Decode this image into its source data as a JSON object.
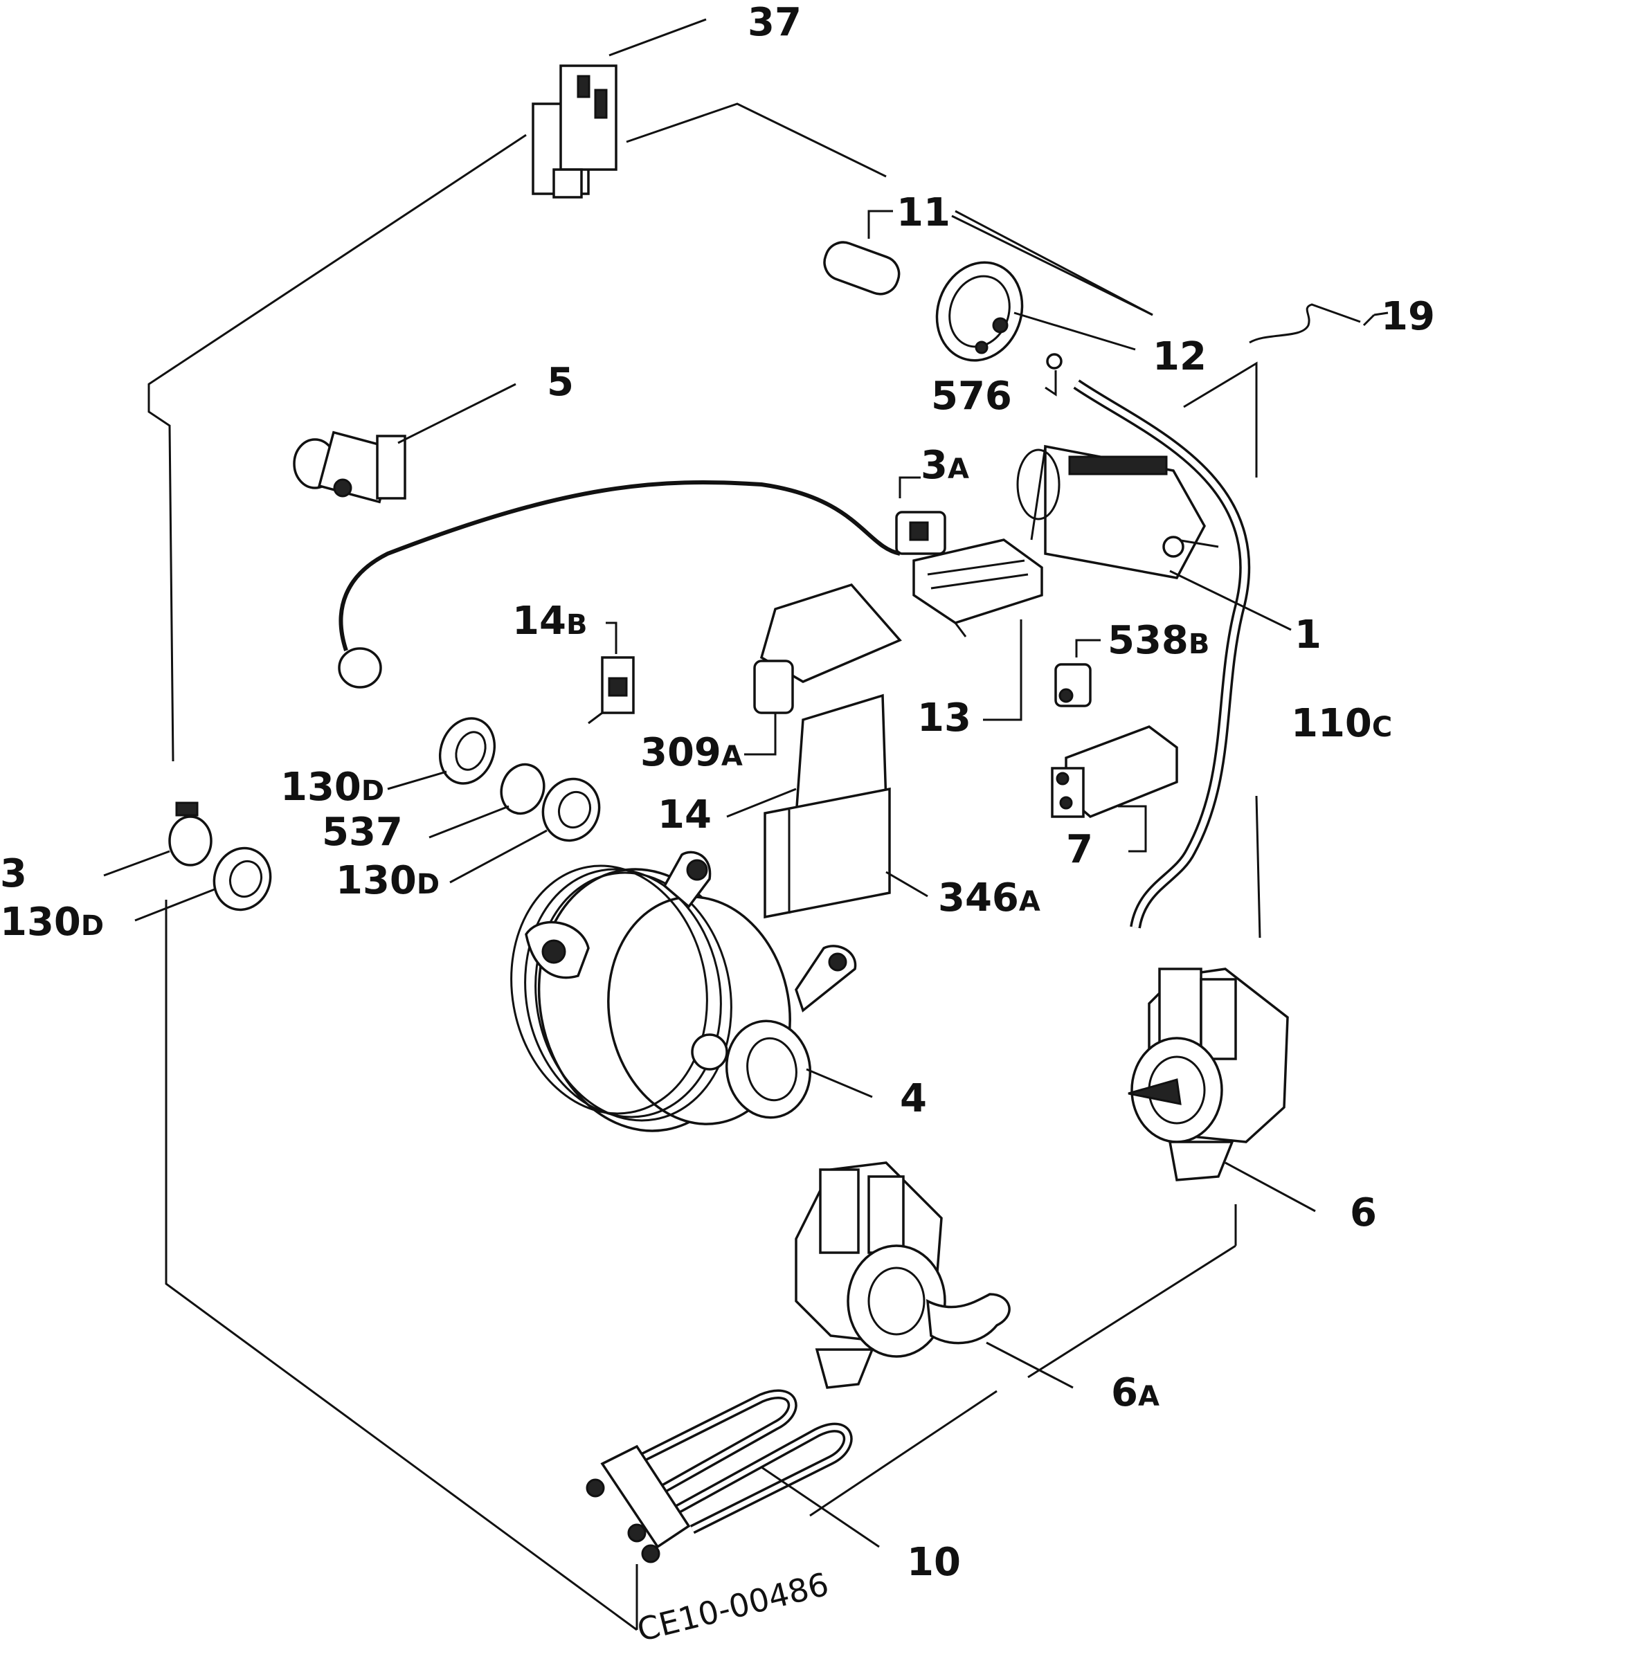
{
  "diagram": {
    "labels": {
      "p37": "37",
      "p11": "11",
      "p19": "19",
      "p12": "12",
      "p576": "576",
      "p5": "5",
      "p3A_main": "3",
      "p3A_sub": "A",
      "p1": "1",
      "p14B_main": "14",
      "p14B_sub": "B",
      "p538B_main": "538",
      "p538B_sub": "B",
      "p13": "13",
      "p110C_main": "110",
      "p110C_sub": "C",
      "p309A_main": "309",
      "p309A_sub": "A",
      "p130D_1_main": "130",
      "p130D_1_sub": "D",
      "p537": "537",
      "p14": "14",
      "p7": "7",
      "p3": "3",
      "p130D_2_main": "130",
      "p130D_2_sub": "D",
      "p130D_3_main": "130",
      "p130D_3_sub": "D",
      "p346A_main": "346",
      "p346A_sub": "A",
      "p4": "4",
      "p6": "6",
      "p6A_main": "6",
      "p6A_sub": "A",
      "p10": "10"
    },
    "drawing_code": "CE10-00486"
  }
}
